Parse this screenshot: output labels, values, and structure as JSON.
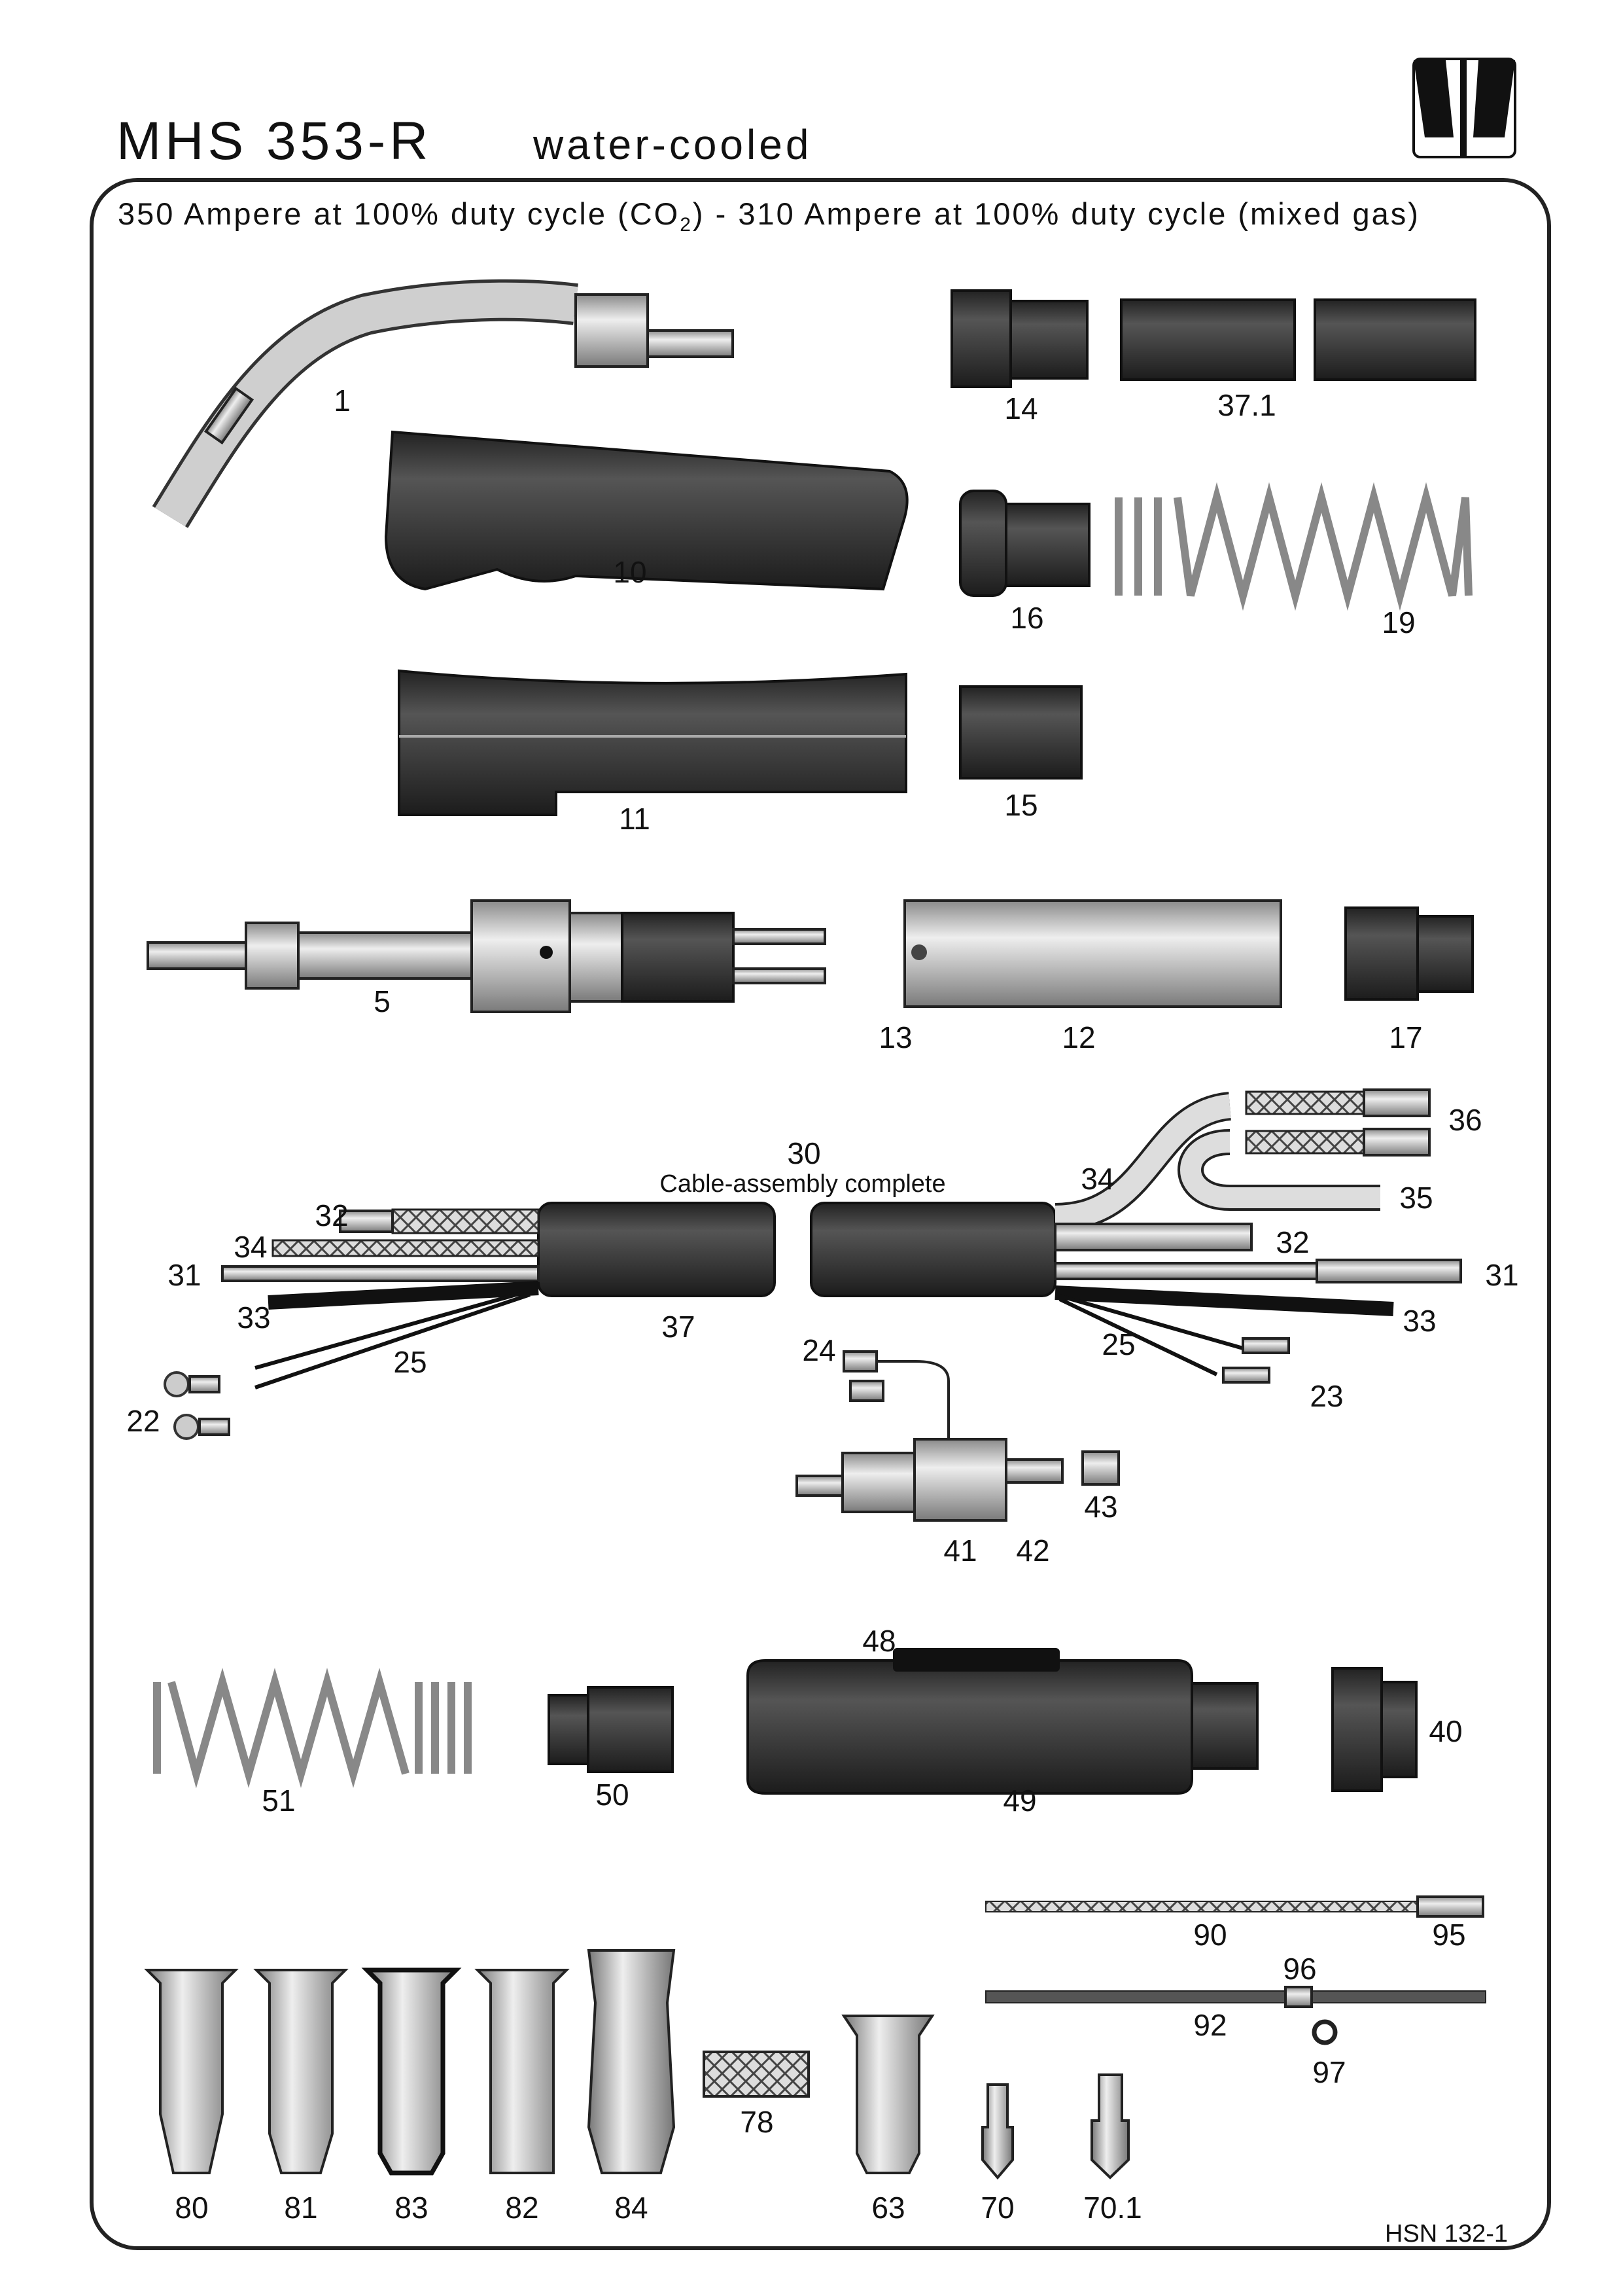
{
  "header": {
    "model": "MHS 353-R",
    "cooling": "water-cooled",
    "rating_a": "350 Ampere at 100% duty cycle (CO",
    "rating_sub": "2",
    "rating_b": ") - 310 Ampere at 100% duty cycle (mixed gas)"
  },
  "cable_caption": "Cable-assembly complete",
  "doc_code": "HSN 132-1",
  "labels": {
    "p1": "1",
    "p10": "10",
    "p11": "11",
    "p14": "14",
    "p37_1": "37.1",
    "p16": "16",
    "p19": "19",
    "p15": "15",
    "p5": "5",
    "p13": "13",
    "p12": "12",
    "p17": "17",
    "p30": "30",
    "p36": "36",
    "p35": "35",
    "p34r": "34",
    "p32l": "32",
    "p34l": "34",
    "p31l": "31",
    "p33l": "33",
    "p37": "37",
    "p25l": "25",
    "p22": "22",
    "p32r": "32",
    "p31r": "31",
    "p33r": "33",
    "p25r": "25",
    "p24": "24",
    "p23": "23",
    "p43": "43",
    "p41": "41",
    "p42": "42",
    "p48": "48",
    "p40": "40",
    "p51": "51",
    "p50": "50",
    "p49": "49",
    "p90": "90",
    "p95": "95",
    "p96": "96",
    "p92": "92",
    "p97": "97",
    "p78": "78",
    "p80": "80",
    "p81": "81",
    "p83": "83",
    "p82": "82",
    "p84": "84",
    "p63": "63",
    "p70": "70",
    "p70_1": "70.1"
  },
  "colors": {
    "line": "#222222",
    "metal": "#bdbdbd",
    "rubber": "#3a3a3a"
  }
}
